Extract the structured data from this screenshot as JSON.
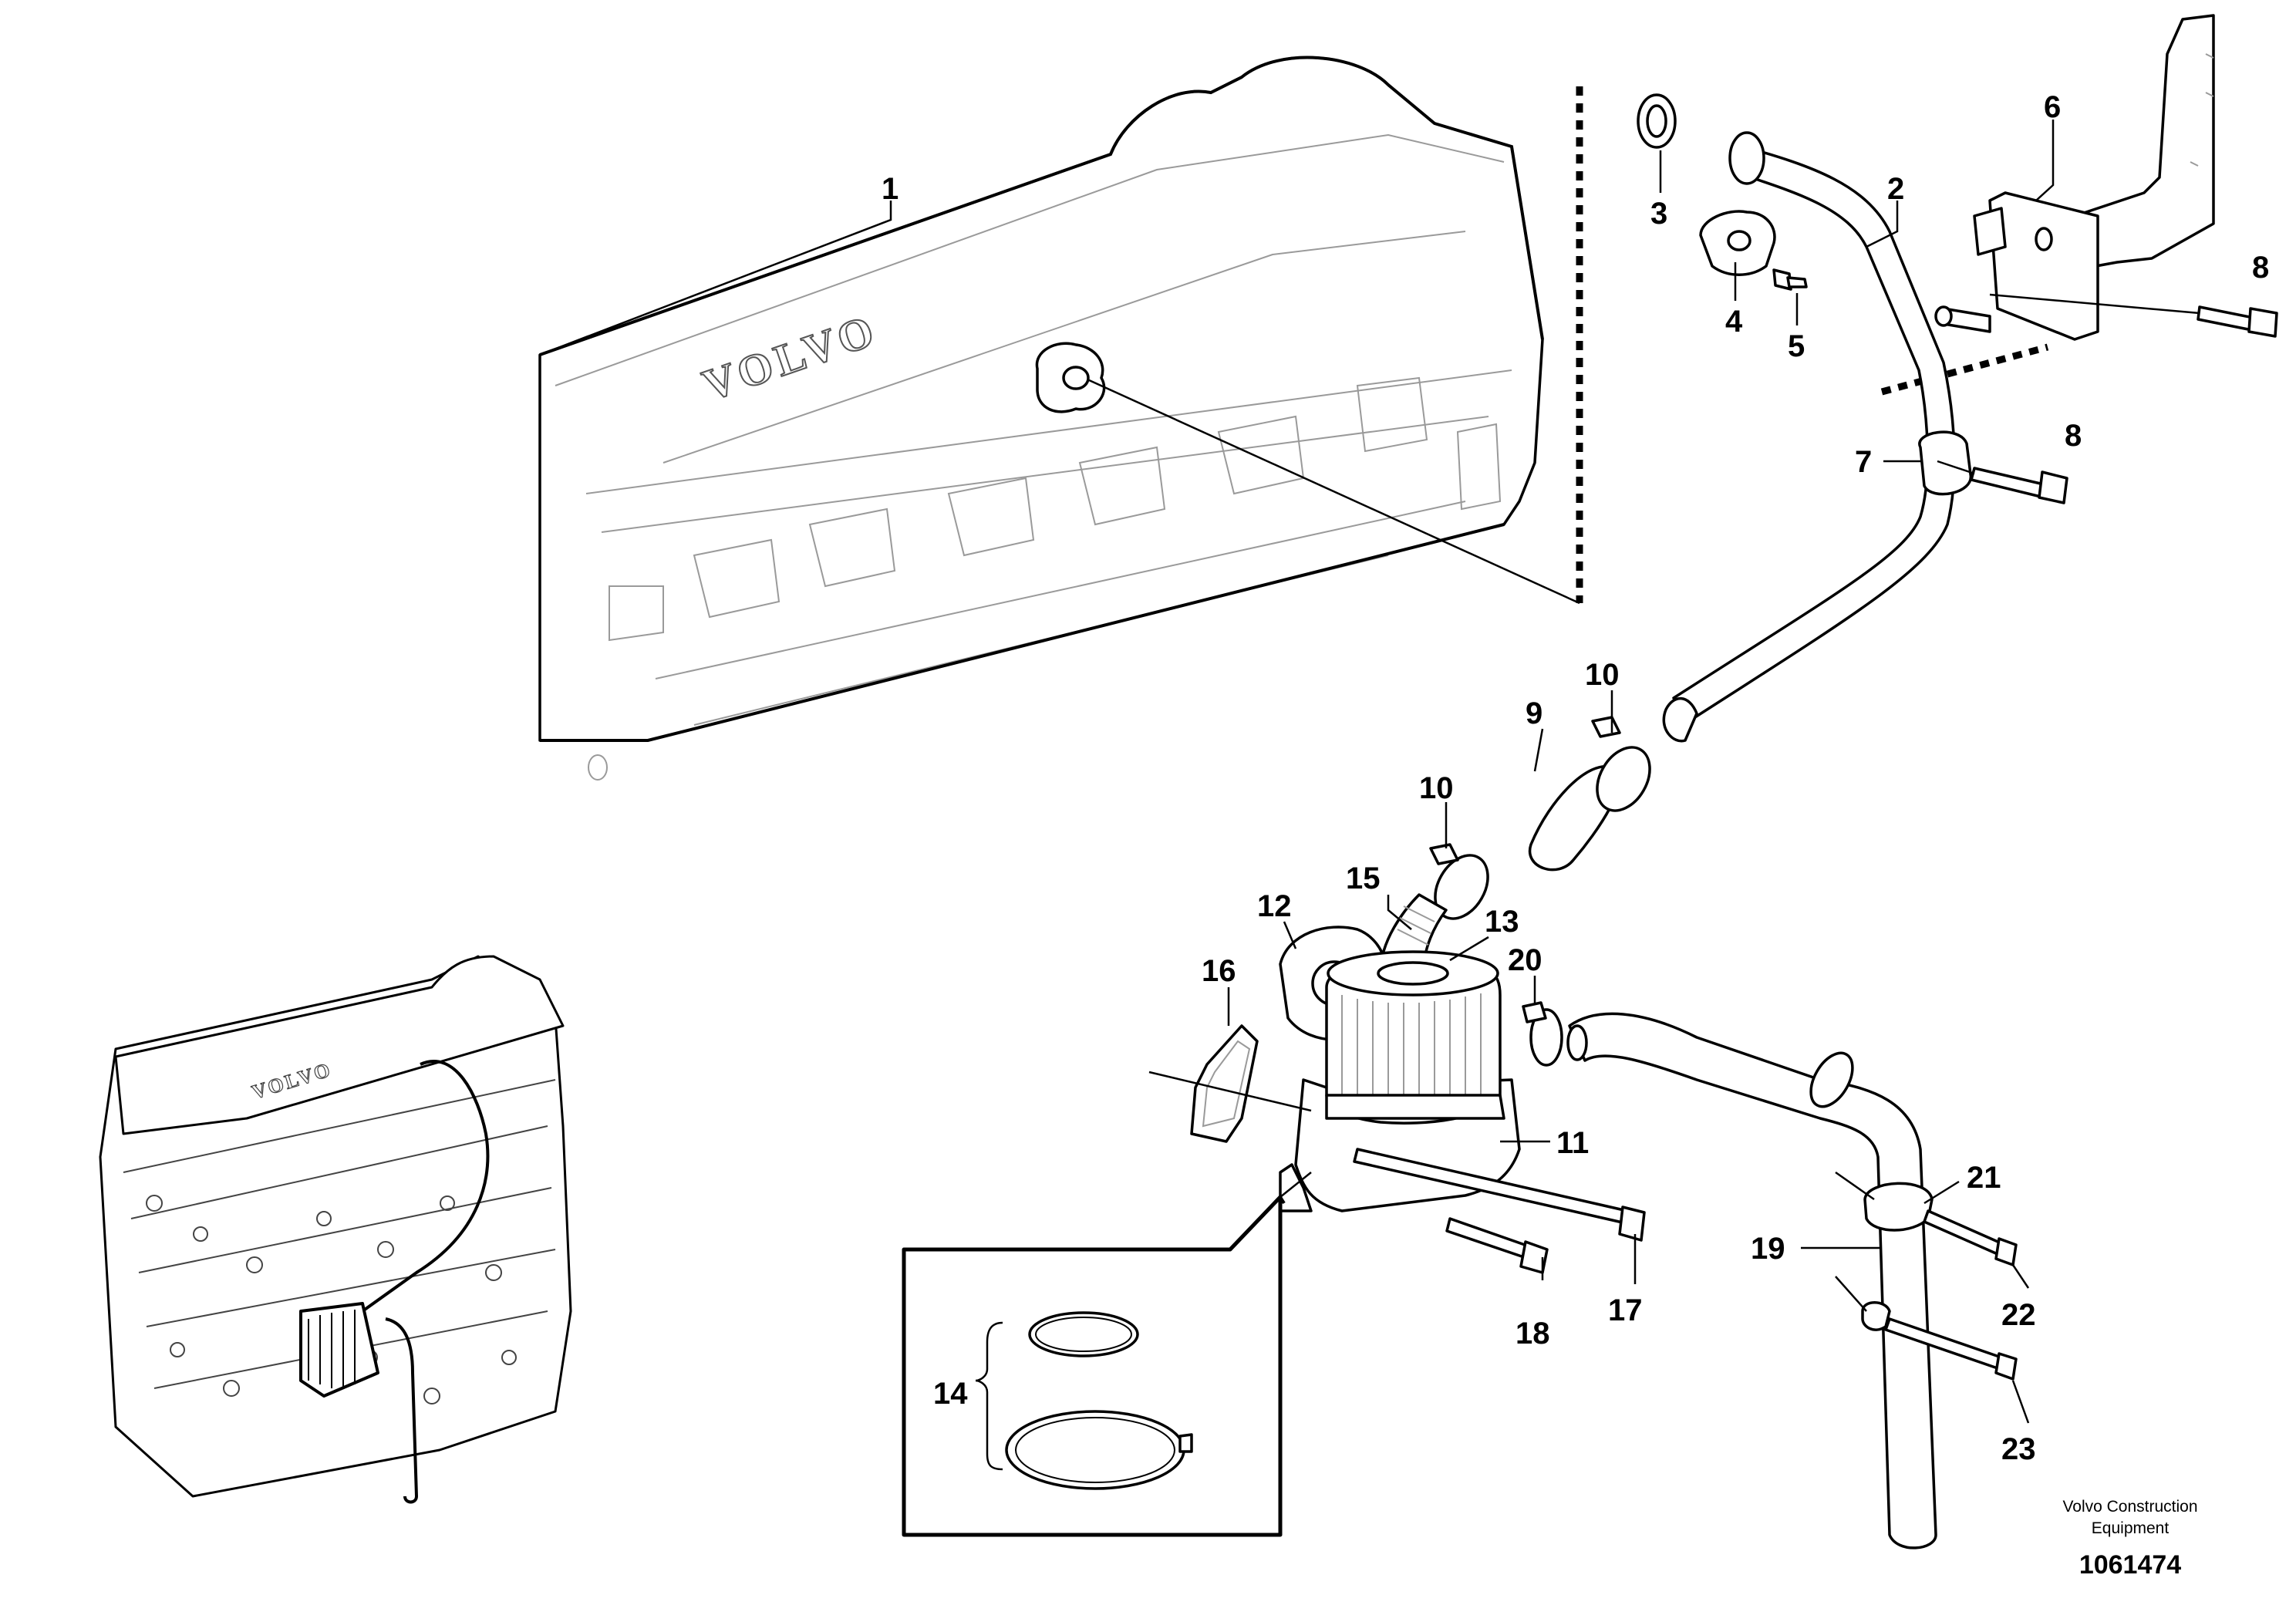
{
  "callouts": {
    "c1": "1",
    "c2": "2",
    "c3": "3",
    "c4": "4",
    "c5": "5",
    "c6": "6",
    "c7": "7",
    "c8a": "8",
    "c8b": "8",
    "c9": "9",
    "c10a": "10",
    "c10b": "10",
    "c11": "11",
    "c12": "12",
    "c13": "13",
    "c14": "14",
    "c15": "15",
    "c16": "16",
    "c17": "17",
    "c18": "18",
    "c19": "19",
    "c20": "20",
    "c21": "21",
    "c22": "22",
    "c23": "23"
  },
  "engine_logo": "VOLVO",
  "footer": {
    "brand_line1": "Volvo Construction",
    "brand_line2": "Equipment",
    "document_number": "1061474"
  }
}
